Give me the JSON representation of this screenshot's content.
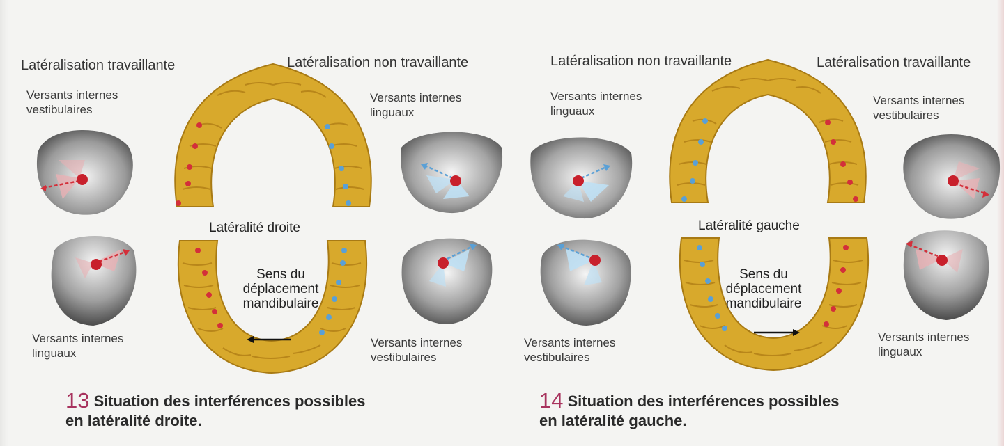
{
  "figures": [
    {
      "number": "13",
      "caption_line1": "Situation des interférences possibles",
      "caption_line2": "en latéralité droite.",
      "title_left": "Latéralisation travaillante",
      "title_right": "Latéralisation non travaillante",
      "center_label": "Latéralité droite",
      "direction_line1": "Sens du",
      "direction_line2": "déplacement",
      "direction_line3": "mandibulaire",
      "top_left_label_line1": "Versants internes",
      "top_left_label_line2": "vestibulaires",
      "top_right_label_line1": "Versants internes",
      "top_right_label_line2": "linguaux",
      "bottom_left_label_line1": "Versants internes",
      "bottom_left_label_line2": "linguaux",
      "bottom_right_label_line1": "Versants internes",
      "bottom_right_label_line2": "vestibulaires",
      "direction": "left"
    },
    {
      "number": "14",
      "caption_line1": "Situation des interférences possibles",
      "caption_line2": "en latéralité gauche.",
      "title_left": "Latéralisation non travaillante",
      "title_right": "Latéralisation travaillante",
      "center_label": "Latéralité gauche",
      "direction_line1": "Sens du",
      "direction_line2": "déplacement",
      "direction_line3": "mandibulaire",
      "top_left_label_line1": "Versants internes",
      "top_left_label_line2": "linguaux",
      "top_right_label_line1": "Versants internes",
      "top_right_label_line2": "vestibulaires",
      "bottom_left_label_line1": "Versants internes",
      "bottom_left_label_line2": "vestibulaires",
      "bottom_right_label_line1": "Versants internes",
      "bottom_right_label_line2": "linguaux",
      "direction": "right"
    }
  ],
  "colors": {
    "arch": "#d8a92c",
    "arch_dark": "#b8861a",
    "contact_red": "#d32f3a",
    "contact_blue": "#5aa0d6",
    "caption_number": "#a8335e"
  }
}
